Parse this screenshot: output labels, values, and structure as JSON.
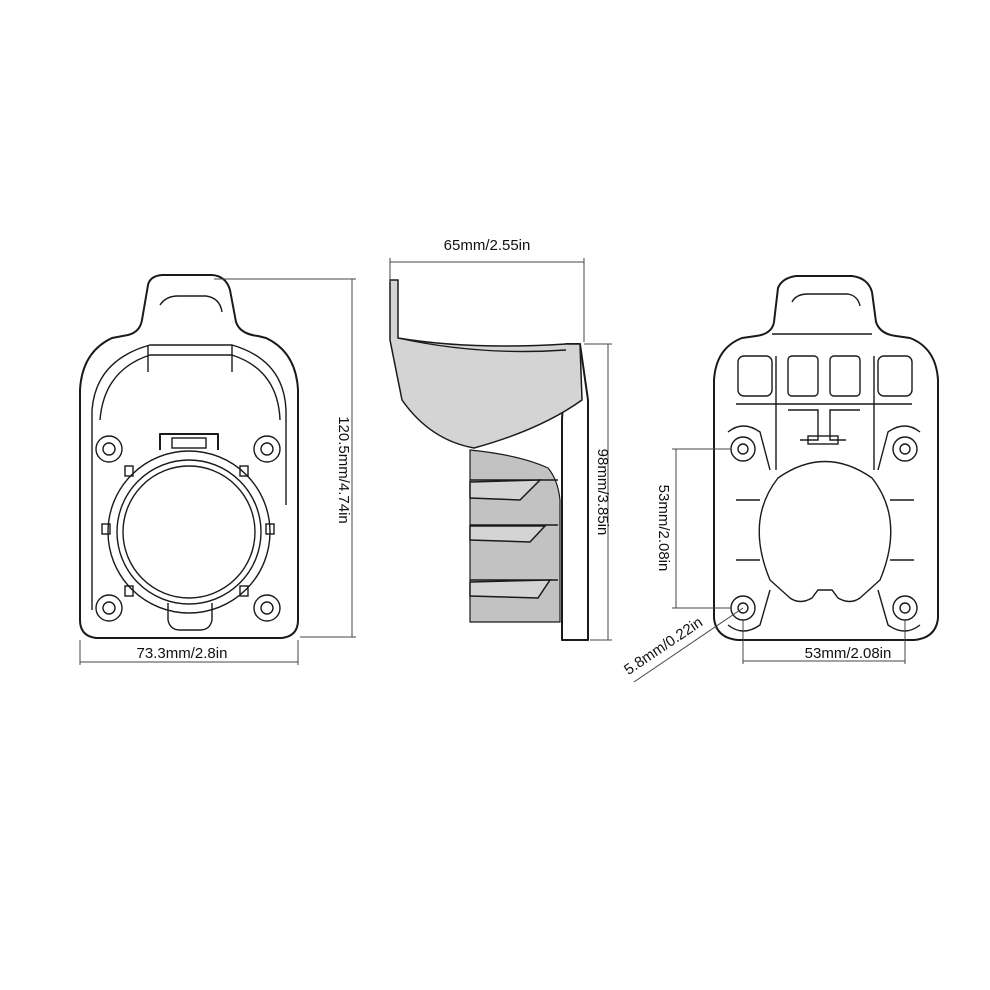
{
  "diagram": {
    "front_view": {
      "width_label": "73.3mm/2.8in",
      "height_label": "120.5mm/4.74in"
    },
    "side_view": {
      "depth_label": "65mm/2.55in",
      "height_label": "98mm/3.85in"
    },
    "back_view": {
      "hole_vertical_spacing_label": "53mm/2.08in",
      "hole_horizontal_spacing_label": "53mm/2.08in",
      "hole_diameter_label": "5.8mm/0.22in"
    }
  }
}
